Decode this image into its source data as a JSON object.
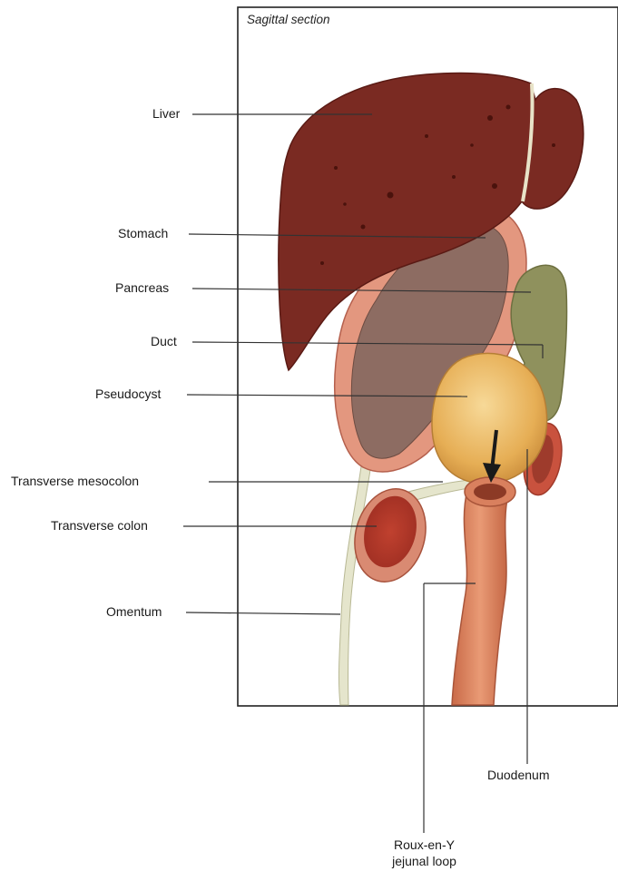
{
  "figure": {
    "title": "Sagittal section",
    "labels": {
      "liver": "Liver",
      "stomach": "Stomach",
      "pancreas": "Pancreas",
      "duct": "Duct",
      "pseudocyst": "Pseudocyst",
      "transverse_mesocolon": "Transverse mesocolon",
      "transverse_colon": "Transverse colon",
      "omentum": "Omentum",
      "duodenum": "Duodenum",
      "roux_line1": "Roux-en-Y",
      "roux_line2": "jejunal loop"
    },
    "colors": {
      "liver": "#7a2a22",
      "stomach_wall": "#d98a78",
      "stomach_inner": "#8a6a62",
      "pancreas": "#8d8f5c",
      "pseudocyst": "#e8b45c",
      "jejunum": "#d9835f",
      "colon": "#c9523e",
      "omentum": "#e2e2c8"
    }
  }
}
